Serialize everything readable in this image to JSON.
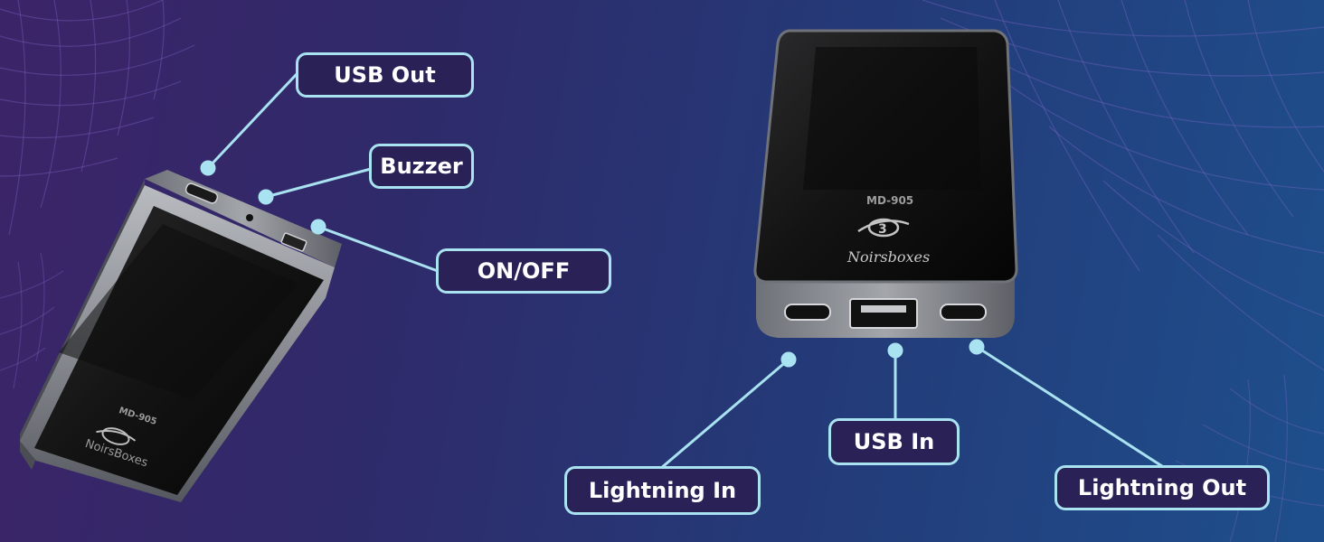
{
  "device": {
    "model": "MD-905",
    "brand_left": "NoirsBoxes",
    "brand_right": "Noirsboxes"
  },
  "callouts": {
    "usb_out": "USB Out",
    "buzzer": "Buzzer",
    "on_off": "ON/OFF",
    "lightning_in": "Lightning In",
    "usb_in": "USB In",
    "lightning_out": "Lightning Out"
  },
  "colors": {
    "background_left": "#3c2468",
    "background_right": "#1e4f8c",
    "callout_border": "#a9e2f0",
    "callout_fill": "#2a2256",
    "callout_text": "#ffffff",
    "device_shell": "#8d9096",
    "screen": "#141414"
  }
}
